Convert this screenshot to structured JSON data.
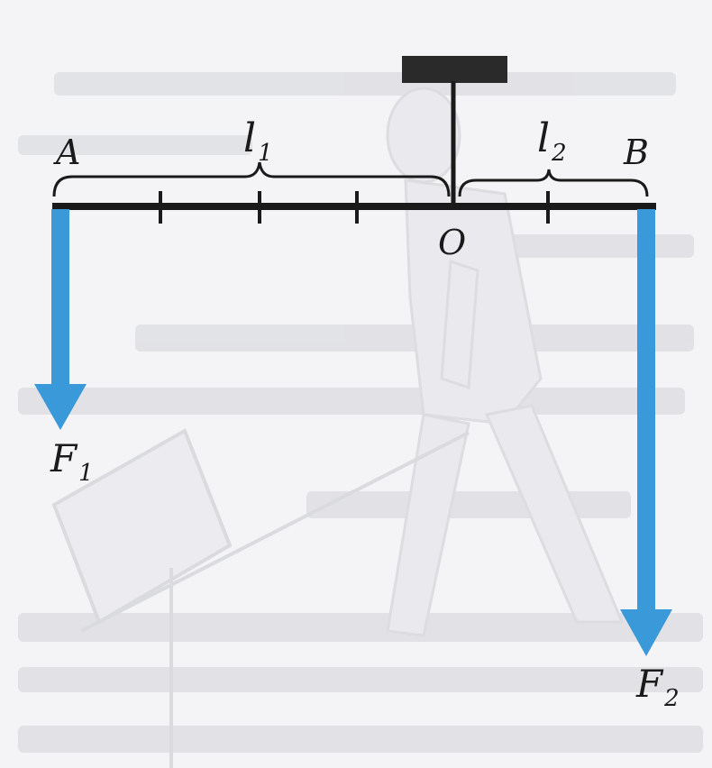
{
  "diagram": {
    "points": {
      "a": "A",
      "b": "B",
      "o": "O"
    },
    "lengths": {
      "l1": {
        "main": "l",
        "sub": "1"
      },
      "l2": {
        "main": "l",
        "sub": "2"
      }
    },
    "forces": {
      "f1": {
        "main": "F",
        "sub": "1"
      },
      "f2": {
        "main": "F",
        "sub": "2"
      }
    },
    "colors": {
      "force_arrow": "#3a9ad9",
      "lever": "#1a1a1a",
      "background": "#f4f4f6",
      "faded_illustration": "#dcdde2"
    }
  }
}
